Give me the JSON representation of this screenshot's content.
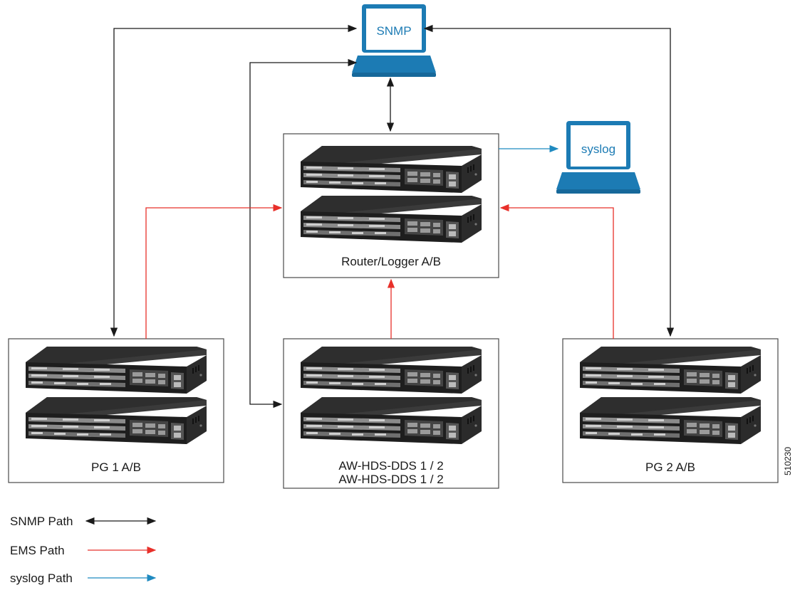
{
  "nodes": {
    "snmp": "SNMP",
    "syslog": "syslog",
    "router_logger": "Router/Logger A/B",
    "pg1": "PG 1 A/B",
    "pg2": "PG 2 A/B",
    "aw_line1": "AW-HDS-DDS 1 / 2",
    "aw_line2": "AW-HDS-DDS 1 / 2"
  },
  "legend": {
    "snmp_path": "SNMP Path",
    "ems_path": "EMS Path",
    "syslog_path": "syslog Path"
  },
  "figure_id": "510230",
  "colors": {
    "snmp": "#1a1a1a",
    "ems": "#e8302a",
    "syslog": "#1f8ac0",
    "laptop": "#1c7bb4",
    "laptop_screen_text": "#1c7bb4"
  }
}
